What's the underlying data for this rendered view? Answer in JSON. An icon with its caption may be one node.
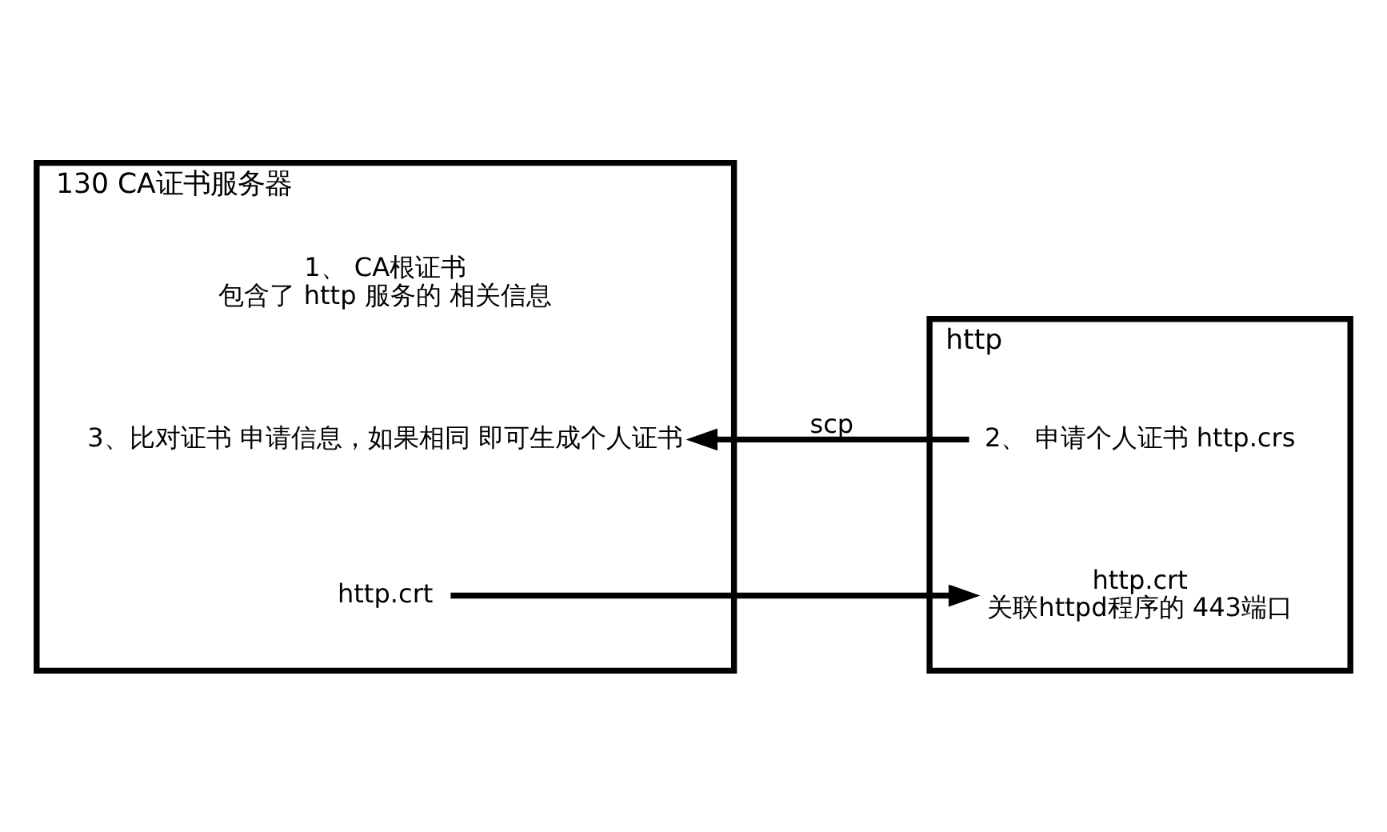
{
  "diagram": {
    "nodes": [
      {
        "text": [
          "130 CA证书服务器"
        ]
      },
      {
        "text": [
          "1、 CA根证书",
          "包含了 http 服务的 相关信息"
        ],
        "in": 0
      },
      {
        "text": [
          "3、比对证书 申请信息，如果相同 即可生成个人证书"
        ],
        "in": 0
      },
      {
        "text": [
          "http.crt"
        ],
        "in": 0
      },
      {
        "text": [
          "http"
        ]
      },
      {
        "text": [
          "2、 申请个人证书 http.crs"
        ],
        "in": 4
      },
      {
        "text": [
          "http.crt",
          "关联httpd程序的 443端口"
        ],
        "in": 4
      }
    ],
    "edges": [
      {
        "from": 5,
        "to": 2,
        "arrow": "to",
        "label": "scp"
      },
      {
        "from": 3,
        "to": 6,
        "arrow": "to"
      }
    ]
  }
}
